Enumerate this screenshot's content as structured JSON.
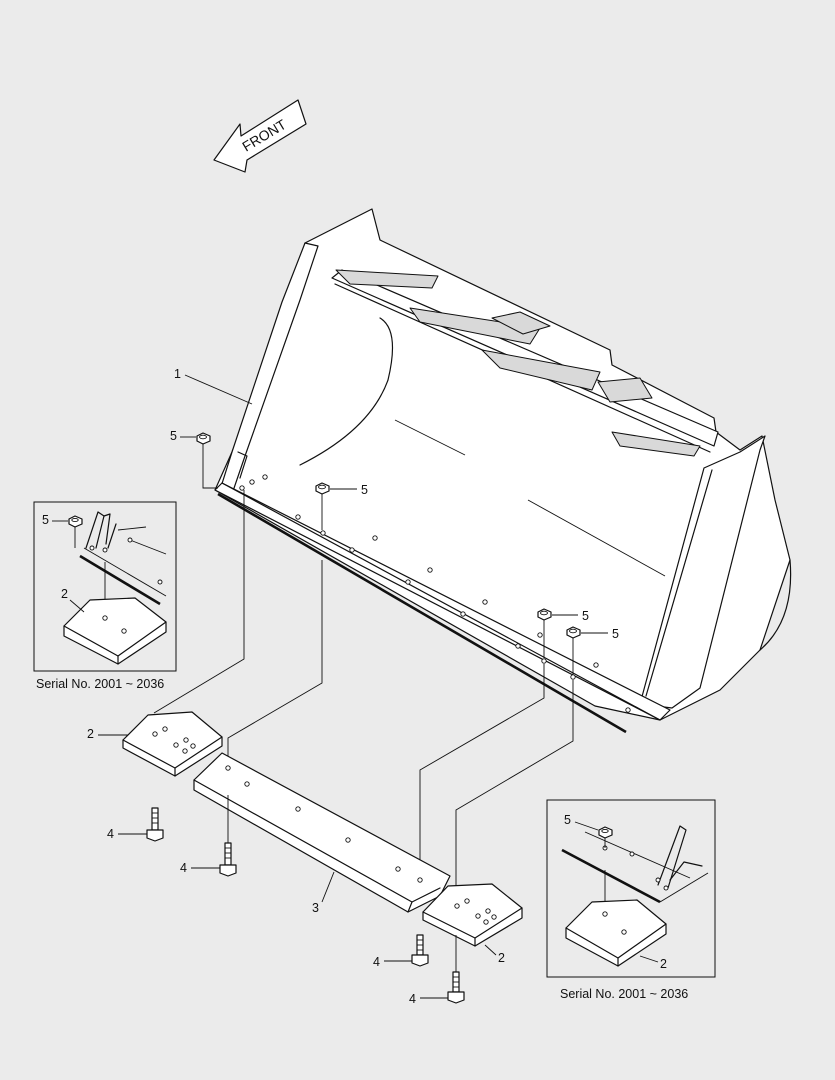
{
  "direction_label": "FRONT",
  "callouts": {
    "bucket": "1",
    "wear_pad": "2",
    "cutting_edge": "3",
    "bolt": "4",
    "nut": "5"
  },
  "insets": [
    {
      "caption": "Serial No. 2001 ~ 2036"
    },
    {
      "caption": "Serial No. 2001 ~ 2036"
    }
  ]
}
